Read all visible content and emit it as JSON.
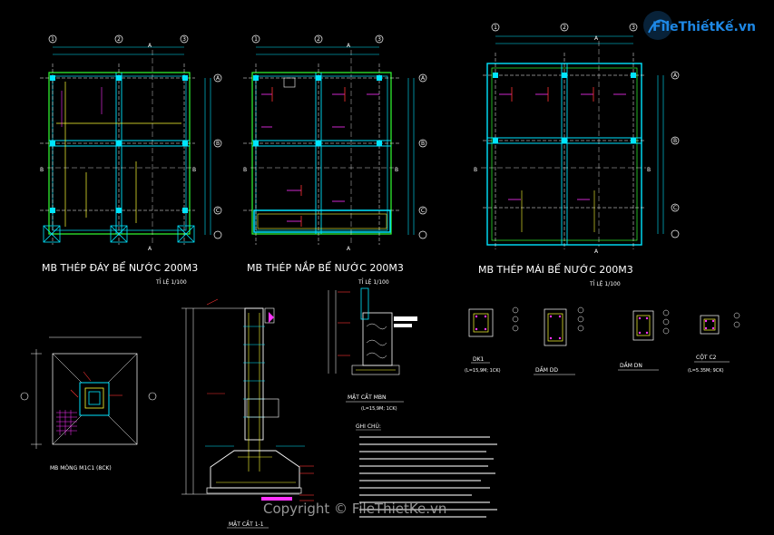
{
  "logo": {
    "brand": "FileThiếtKế.vn"
  },
  "plans": [
    {
      "title": "MB THÉP ĐÁY BỂ NƯỚC 200M3",
      "scale": "TỈ LỆ 1/100"
    },
    {
      "title": "MB THÉP NẮP BỂ NƯỚC 200M3",
      "scale": "TỈ LỆ 1/100"
    },
    {
      "title": "MB THÉP MÁI BỂ NƯỚC 200M3",
      "scale": "TỈ LỆ 1/100"
    }
  ],
  "axis_labels": {
    "a": "A",
    "b": "B",
    "g1": "1",
    "g2": "2",
    "g3": "3",
    "ga": "A",
    "gb": "B",
    "gc": "C"
  },
  "foundation": {
    "title": "MB MÓNG M1C1 (8CK)"
  },
  "section11": {
    "title": "MẶT CẮT 1-1"
  },
  "section_mbn": {
    "title": "MẶT CẮT MBN",
    "sub": "(L=15,9M; 1CK)"
  },
  "details": [
    {
      "title": "DK1",
      "sub": "(L=15,9M; 1CK)"
    },
    {
      "title": "DẦM DD",
      "sub": ""
    },
    {
      "title": "DẦM DN",
      "sub": ""
    },
    {
      "title": "CỘT C2",
      "sub": "(L=5.35M; 9CK)"
    }
  ],
  "notes": {
    "heading": "GHI CHÚ:"
  },
  "watermark": "Copyright © FileThietKe.vn",
  "colors": {
    "cyan": "#00e5ff",
    "yellow": "#ffff33",
    "magenta": "#ff33ff",
    "green": "#33ff33",
    "white": "#ffffff",
    "red": "#ff3333",
    "logo_blue": "#1e88e5"
  }
}
